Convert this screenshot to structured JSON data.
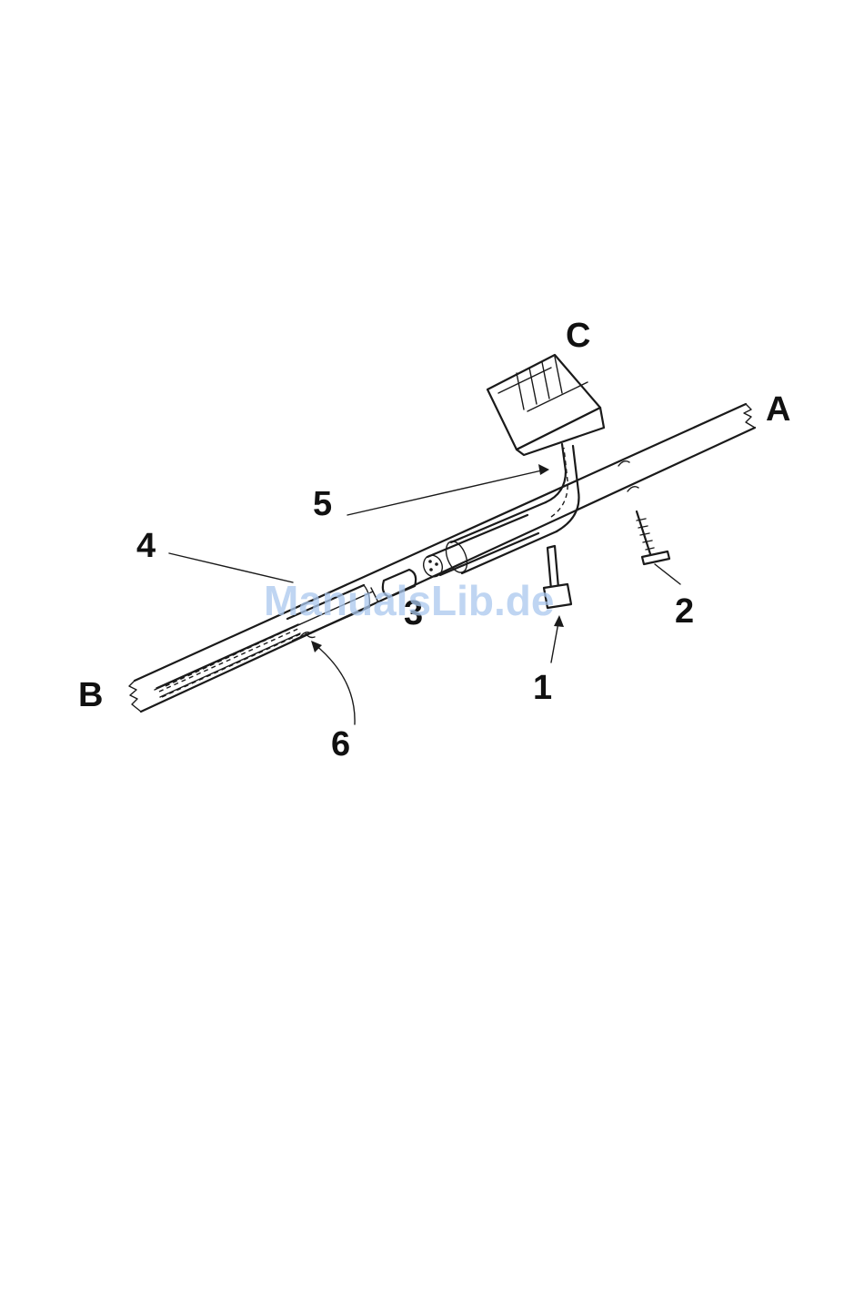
{
  "diagram": {
    "labels": {
      "A": "A",
      "B": "B",
      "C": "C",
      "n1": "1",
      "n2": "2",
      "n3": "3",
      "n4": "4",
      "n5": "5",
      "n6": "6"
    },
    "watermark": "ManualsLib.de",
    "colors": {
      "ink": "#1a1a1a",
      "watermark": "#aac8ee",
      "background": "#ffffff"
    }
  }
}
